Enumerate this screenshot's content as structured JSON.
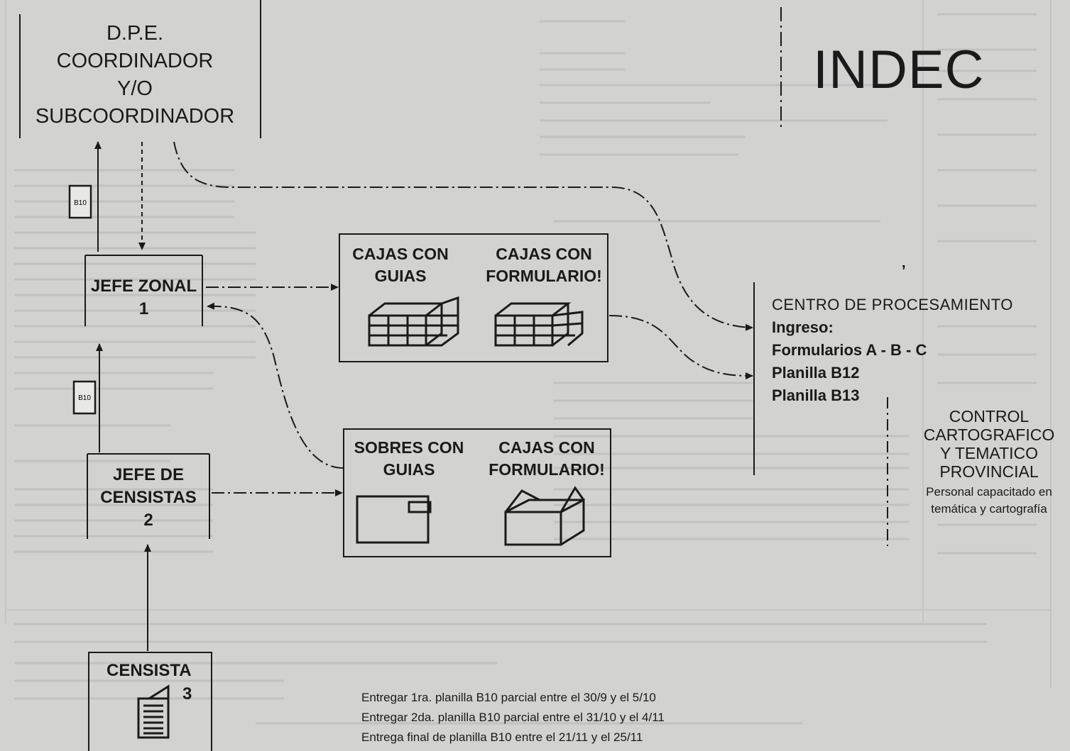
{
  "dpe": {
    "line1": "D.P.E.",
    "line2": "COORDINADOR",
    "line3": "Y/O",
    "line4": "SUBCOORDINADOR"
  },
  "indec": "INDEC",
  "badge_b10_upper": "B10",
  "badge_b10_lower": "B10",
  "jefe_zonal": {
    "title": "JEFE ZONAL",
    "number": "1"
  },
  "jefe_censistas": {
    "line1": "JEFE DE",
    "line2": "CENSISTAS",
    "number": "2"
  },
  "censista": {
    "title": "CENSISTA",
    "number": "3"
  },
  "box_top": {
    "left_line1": "CAJAS CON",
    "left_line2": "GUIAS",
    "right_line1": "CAJAS CON",
    "right_line2": "FORMULARIO!"
  },
  "box_bottom": {
    "left_line1": "SOBRES CON",
    "left_line2": "GUIAS",
    "right_line1": "CAJAS CON",
    "right_line2": "FORMULARIO!"
  },
  "centro": {
    "title": "CENTRO DE PROCESAMIENTO",
    "ingreso": "Ingreso:",
    "item1": "Formularios A - B - C",
    "item2": "Planilla B12",
    "item3": "Planilla B13"
  },
  "control": {
    "line1": "CONTROL",
    "line2": "CARTOGRAFICO",
    "line3": "Y TEMATICO",
    "line4": "PROVINCIAL",
    "sub1": "Personal capacitado en",
    "sub2": "temática y cartografía"
  },
  "notes": [
    "Entregar 1ra. planilla B10 parcial entre el 30/9 y el 5/10",
    "Entregar 2da. planilla B10 parcial entre el 31/10 y el 4/11",
    "Entrega final de planilla B10 entre el 21/11 y el 25/11"
  ]
}
